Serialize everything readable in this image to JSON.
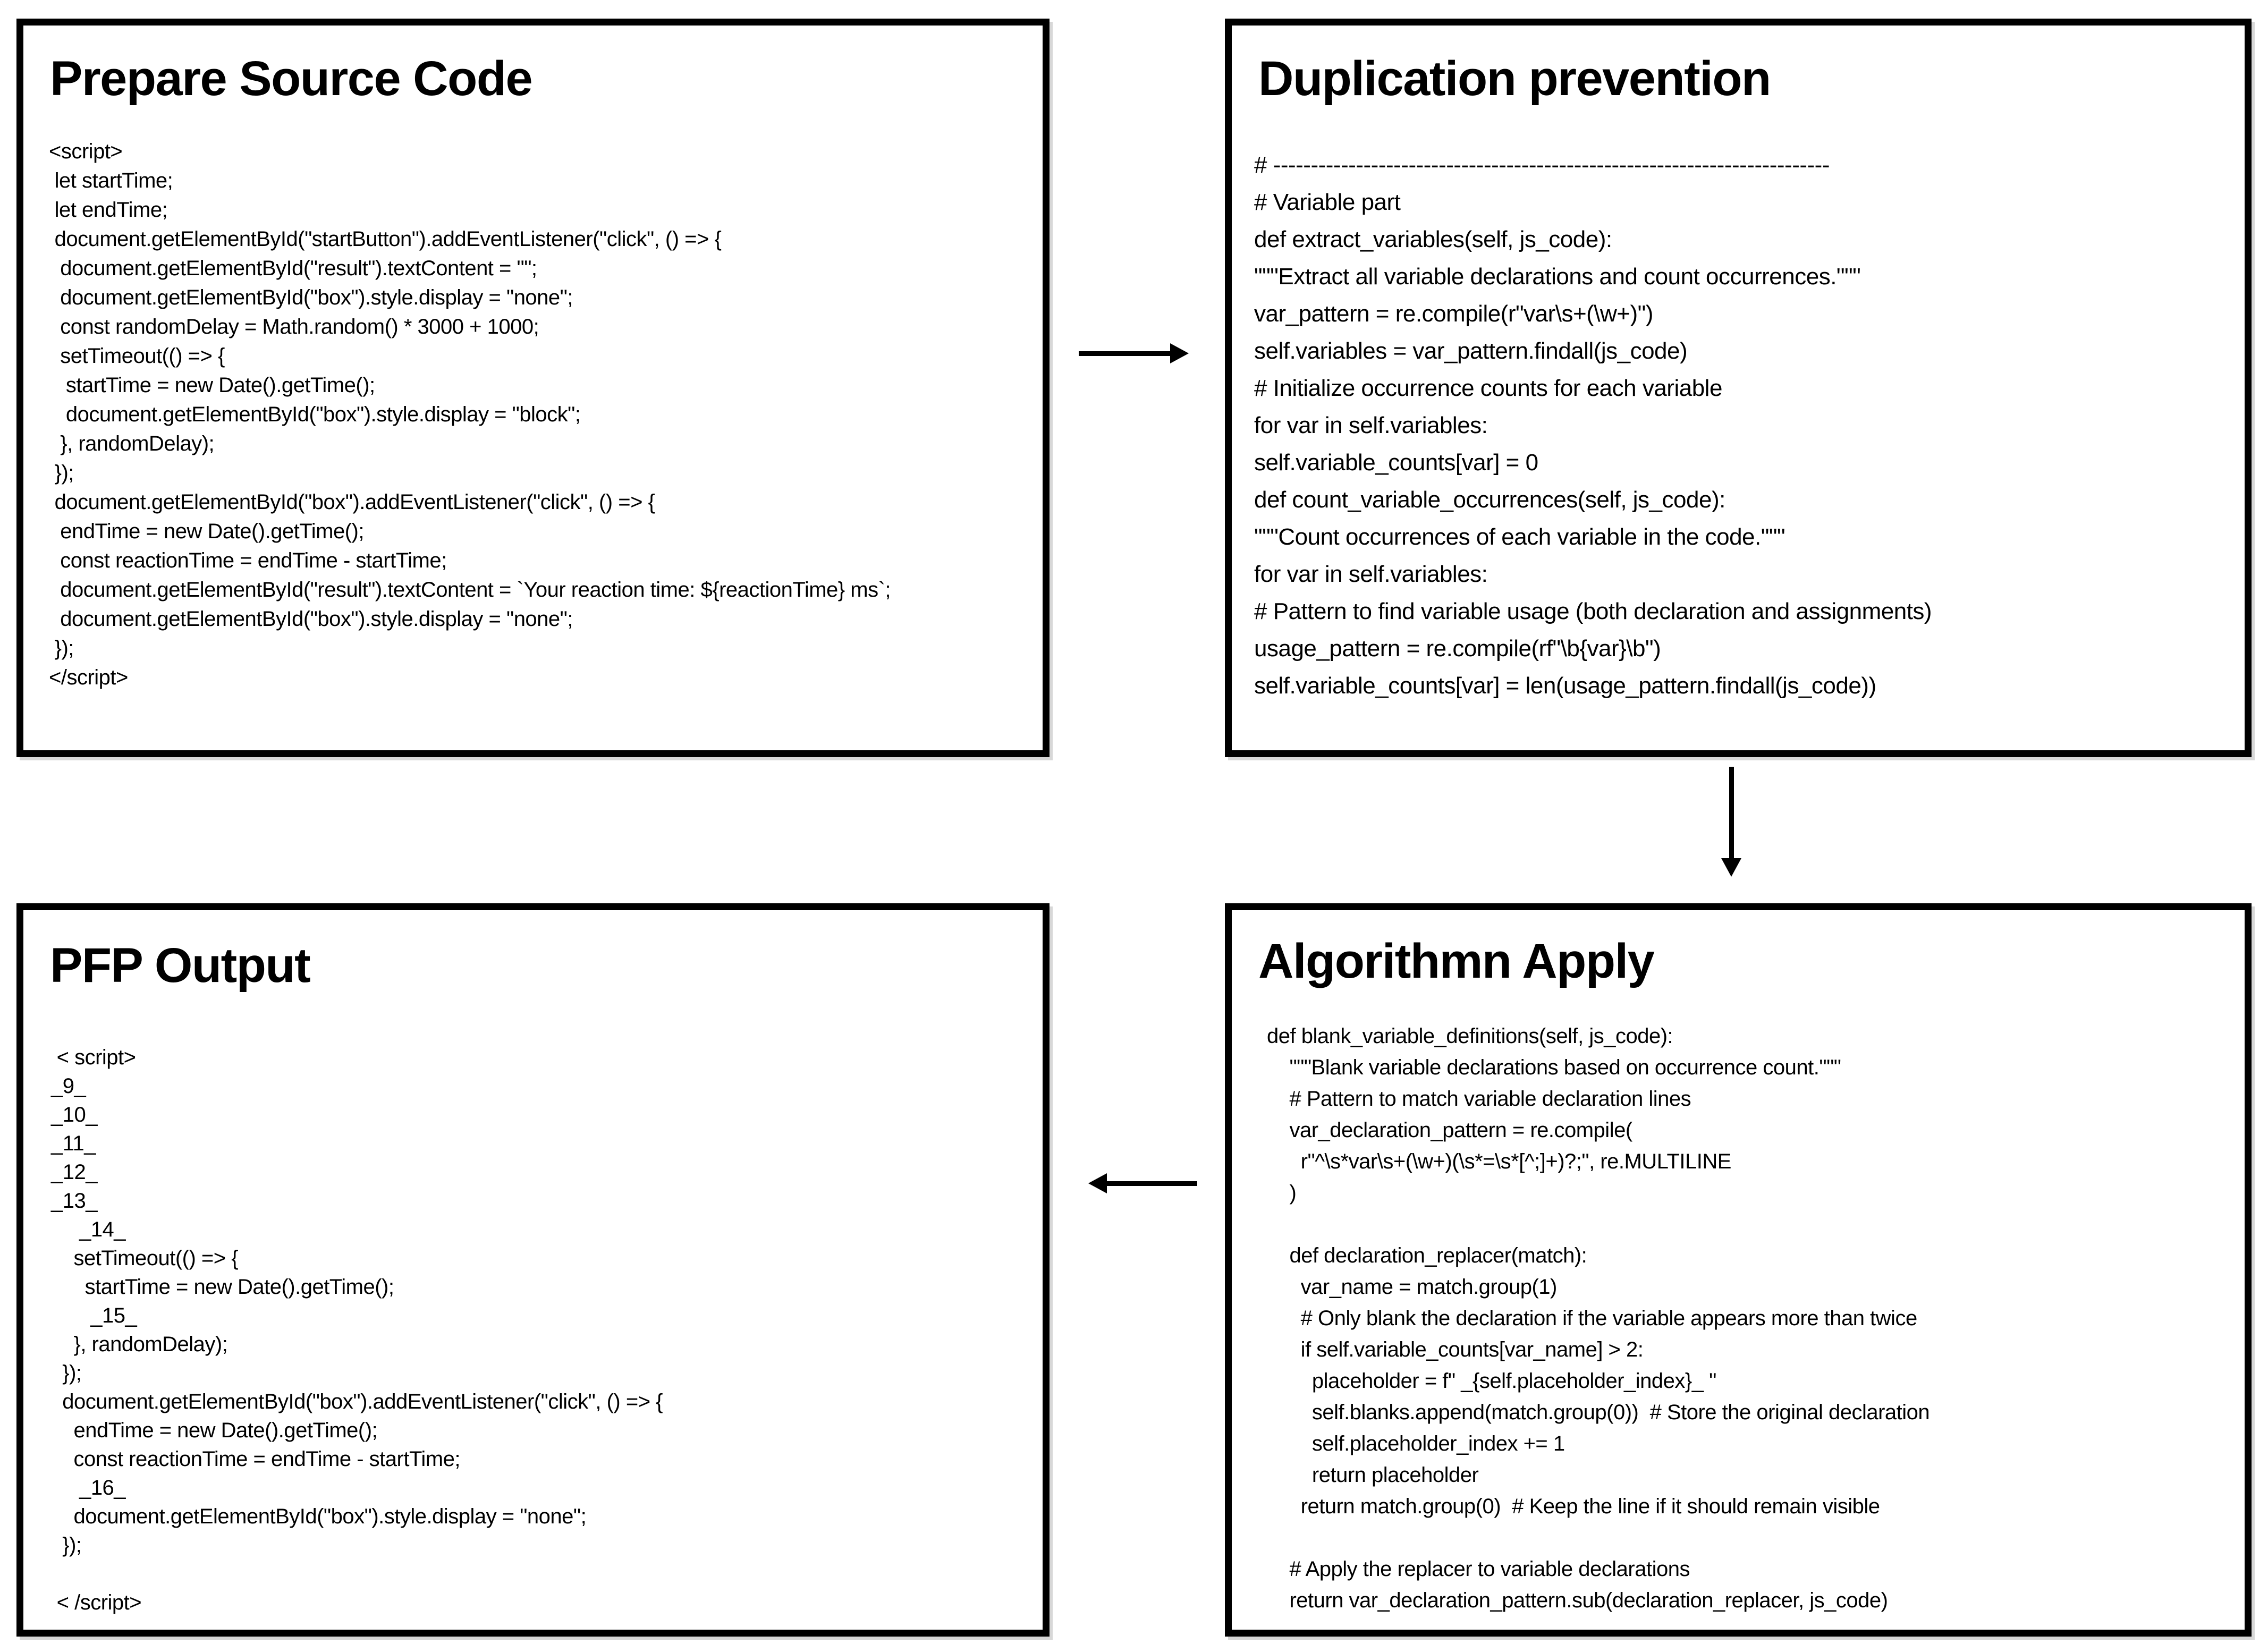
{
  "colors": {
    "background": "#ffffff",
    "border": "#000000",
    "text": "#000000"
  },
  "boxes": [
    {
      "id": "prepare-source-code",
      "title": "Prepare Source Code",
      "language": "javascript",
      "code": "<script>\n let startTime;\n let endTime;\n document.getElementById(\"startButton\").addEventListener(\"click\", () => {\n  document.getElementById(\"result\").textContent = \"\";\n  document.getElementById(\"box\").style.display = \"none\";\n  const randomDelay = Math.random() * 3000 + 1000;\n  setTimeout(() => {\n   startTime = new Date().getTime();\n   document.getElementById(\"box\").style.display = \"block\";\n  }, randomDelay);\n });\n document.getElementById(\"box\").addEventListener(\"click\", () => {\n  endTime = new Date().getTime();\n  const reactionTime = endTime - startTime;\n  document.getElementById(\"result\").textContent = `Your reaction time: ${reactionTime} ms`;\n  document.getElementById(\"box\").style.display = \"none\";\n });\n</script>"
    },
    {
      "id": "duplication-prevention",
      "title": "Duplication prevention",
      "language": "python",
      "code": "# --------------------------------------------------------------------------\n# Variable part\ndef extract_variables(self, js_code):\n\"\"\"Extract all variable declarations and count occurrences.\"\"\"\nvar_pattern = re.compile(r\"var\\s+(\\w+)\")\nself.variables = var_pattern.findall(js_code)\n# Initialize occurrence counts for each variable\nfor var in self.variables:\nself.variable_counts[var] = 0\ndef count_variable_occurrences(self, js_code):\n\"\"\"Count occurrences of each variable in the code.\"\"\"\nfor var in self.variables:\n# Pattern to find variable usage (both declaration and assignments)\nusage_pattern = re.compile(rf\"\\b{var}\\b\")\nself.variable_counts[var] = len(usage_pattern.findall(js_code))"
    },
    {
      "id": "pfp-output",
      "title": "PFP Output",
      "language": "javascript",
      "code": " < script>\n_9_\n_10_\n_11_\n_12_\n_13_\n     _14_\n    setTimeout(() => {\n      startTime = new Date().getTime();\n       _15_\n    }, randomDelay);\n  });\n  document.getElementById(\"box\").addEventListener(\"click\", () => {\n    endTime = new Date().getTime();\n    const reactionTime = endTime - startTime;\n     _16_\n    document.getElementById(\"box\").style.display = \"none\";\n  });\n\n < /script>"
    },
    {
      "id": "algorithmn-apply",
      "title": "Algorithmn Apply",
      "language": "python",
      "code": "def blank_variable_definitions(self, js_code):\n    \"\"\"Blank variable declarations based on occurrence count.\"\"\"\n    # Pattern to match variable declaration lines\n    var_declaration_pattern = re.compile(\n      r\"^\\s*var\\s+(\\w+)(\\s*=\\s*[^;]+)?;\", re.MULTILINE\n    )\n\n    def declaration_replacer(match):\n      var_name = match.group(1)\n      # Only blank the declaration if the variable appears more than twice\n      if self.variable_counts[var_name] > 2:\n        placeholder = f\" _{self.placeholder_index}_ \"\n        self.blanks.append(match.group(0))  # Store the original declaration\n        self.placeholder_index += 1\n        return placeholder\n      return match.group(0)  # Keep the line if it should remain visible\n\n    # Apply the replacer to variable declarations\n    return var_declaration_pattern.sub(declaration_replacer, js_code)"
    }
  ],
  "arrows": [
    {
      "from": "prepare-source-code",
      "to": "duplication-prevention",
      "direction": "right"
    },
    {
      "from": "duplication-prevention",
      "to": "algorithmn-apply",
      "direction": "down"
    },
    {
      "from": "algorithmn-apply",
      "to": "pfp-output",
      "direction": "left"
    }
  ]
}
